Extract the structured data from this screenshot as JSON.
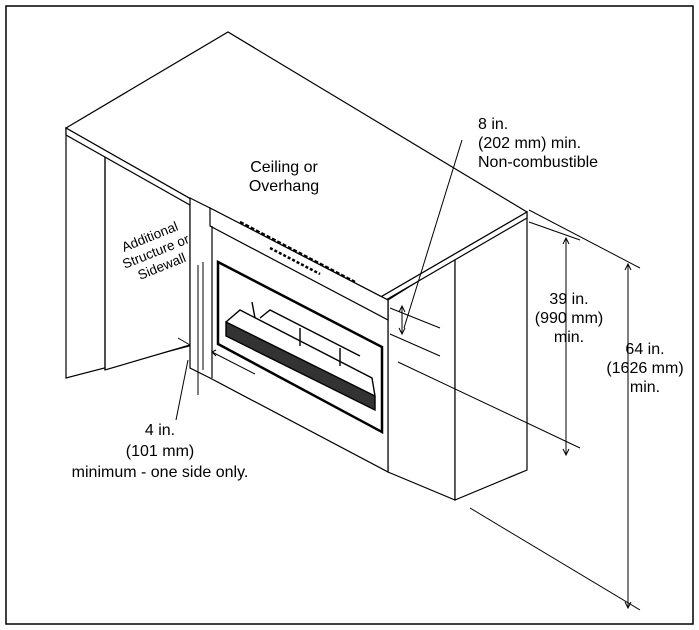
{
  "diagram": {
    "labels": {
      "ceiling": [
        "Ceiling or",
        "Overhang"
      ],
      "sidewall": [
        "Additional",
        "Structure or",
        "Sidewall"
      ],
      "clearance_top": [
        "8 in.",
        "(202 mm) min.",
        "Non-combustible"
      ],
      "clearance_39": [
        "39 in.",
        "(990 mm)",
        "min."
      ],
      "clearance_64": [
        "64 in.",
        "(1626 mm)",
        "min."
      ],
      "clearance_side": [
        "4 in.",
        "(101 mm)",
        "minimum - one side only."
      ]
    },
    "colors": {
      "line": "#000000",
      "fill": "#ffffff",
      "firebox_dark": "#222222"
    }
  }
}
